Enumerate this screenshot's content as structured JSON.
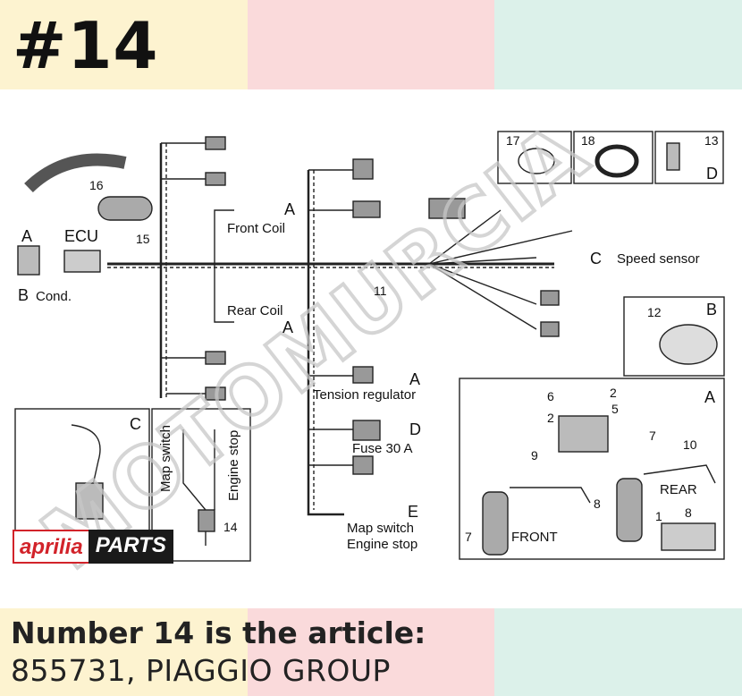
{
  "header": {
    "number": "#14"
  },
  "footer": {
    "line1": "Number 14 is the article:",
    "line2": "855731, PIAGGIO GROUP"
  },
  "brand": {
    "left": "aprilia",
    "right": "PARTS"
  },
  "watermark": {
    "text": "MOTOMURCIA"
  },
  "diagram": {
    "ecu": "ECU",
    "front_coil": "Front Coil",
    "rear_coil": "Rear Coil",
    "speed_sensor": "Speed sensor",
    "tension_regulator": "Tension regulator",
    "fuse": "Fuse 30 A",
    "map_switch": "Map switch",
    "engine_stop": "Engine stop",
    "cond": "Cond.",
    "front": "FRONT",
    "rear": "REAR",
    "letters": {
      "a": "A",
      "b": "B",
      "c": "C",
      "d": "D",
      "e": "E"
    },
    "numbers": {
      "n1": "1",
      "n2": "2",
      "n5": "5",
      "n6": "6",
      "n7": "7",
      "n8": "8",
      "n9": "9",
      "n10": "10",
      "n11": "11",
      "n12": "12",
      "n13": "13",
      "n14": "14",
      "n15": "15",
      "n16": "16",
      "n17": "17",
      "n18": "18"
    }
  }
}
